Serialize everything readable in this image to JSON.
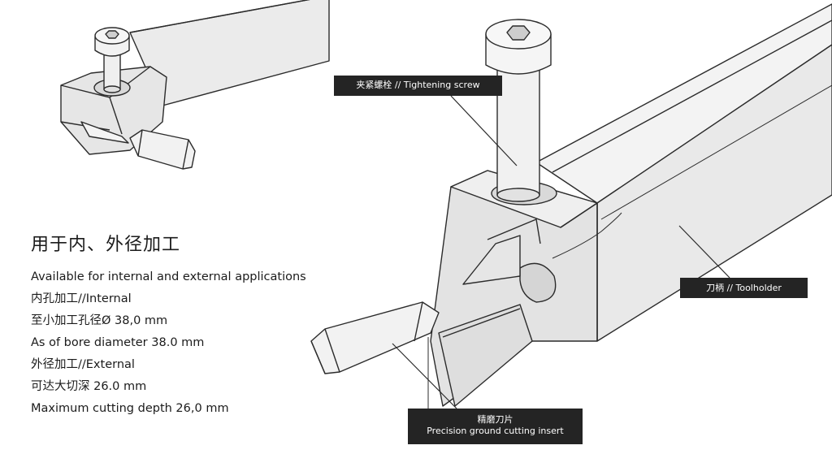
{
  "heading": "用于内、外径加工",
  "specs": [
    "Available for internal and external applications",
    "内孔加工//Internal",
    "至小加工孔径Ø 38,0 mm",
    "As of bore diameter 38.0 mm",
    "外径加工//External",
    "可达大切深 26.0 mm",
    "Maximum cutting depth 26,0 mm"
  ],
  "labels": {
    "screw": "夹紧螺栓 // Tightening screw",
    "holder": "刀柄 // Toolholder",
    "insert_cn": "精磨刀片",
    "insert_en": "Precision ground cutting insert"
  },
  "colors": {
    "label_bg": "#242424",
    "label_text": "#ffffff",
    "part_fill": "#e8e8e8",
    "outline": "#2b2b2b"
  }
}
